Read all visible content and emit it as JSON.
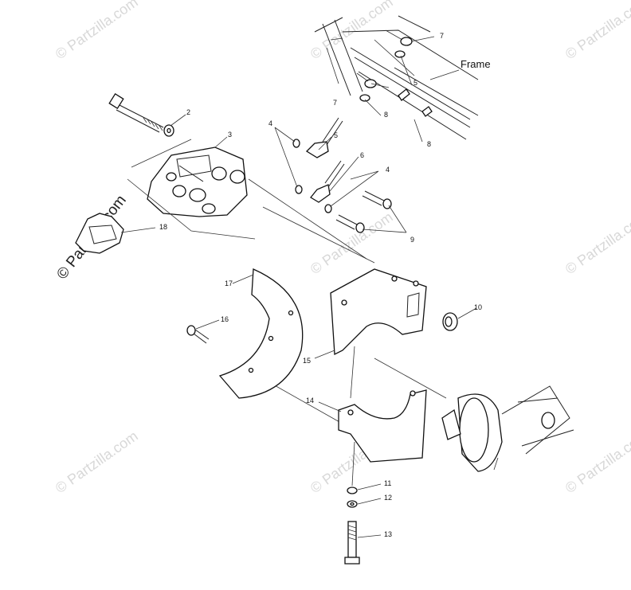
{
  "watermark": "© Partzilla.com",
  "frame_label": "Frame",
  "callouts": {
    "c2": "2",
    "c3": "3",
    "c4a": "4",
    "c4b": "4",
    "c5a": "5",
    "c5b": "5",
    "c6": "6",
    "c7a": "7",
    "c7b": "7",
    "c8a": "8",
    "c8b": "8",
    "c9": "9",
    "c10": "10",
    "c11": "11",
    "c12": "12",
    "c13": "13",
    "c14": "14",
    "c15": "15",
    "c16": "16",
    "c17": "17",
    "c18": "18"
  }
}
